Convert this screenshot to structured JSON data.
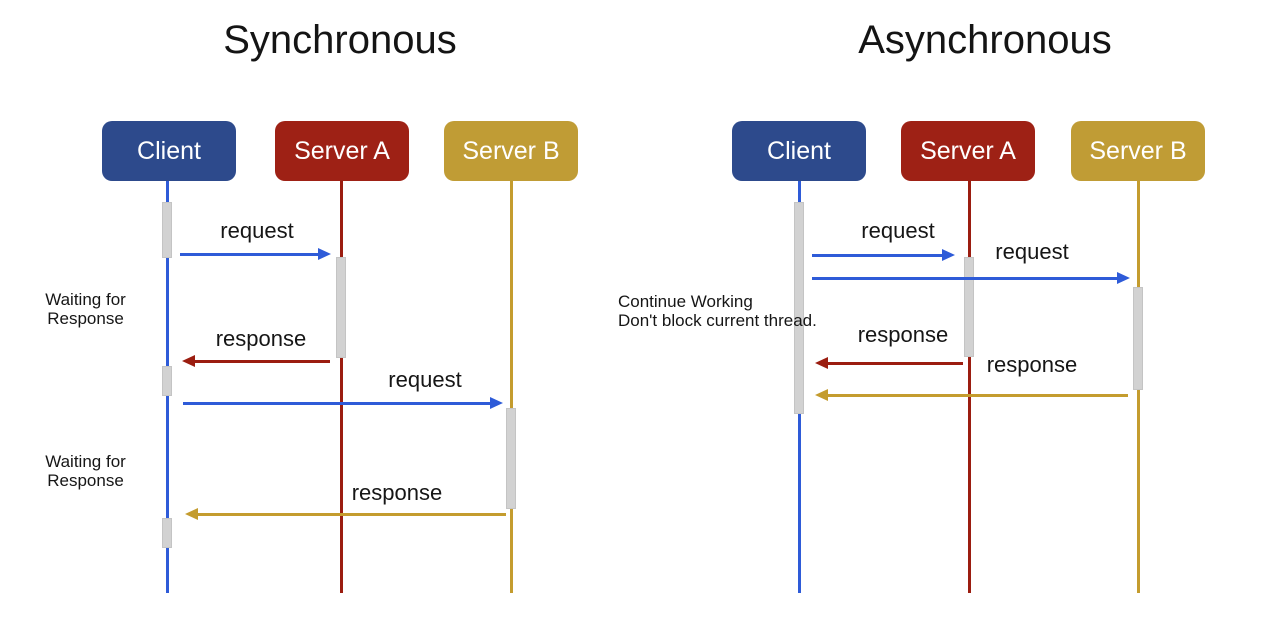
{
  "sync": {
    "title": "Synchronous",
    "actors": [
      {
        "label": "Client",
        "color": "#2d4a8c"
      },
      {
        "label": "Server A",
        "color": "#9e2115"
      },
      {
        "label": "Server B",
        "color": "#c09c35"
      }
    ],
    "messages": [
      {
        "label": "request",
        "type": "request",
        "from": "Client",
        "to": "Server A",
        "color": "#2e5bd8"
      },
      {
        "label": "response",
        "type": "response",
        "from": "Server A",
        "to": "Client",
        "color": "#9b1d10"
      },
      {
        "label": "request",
        "type": "request",
        "from": "Client",
        "to": "Server B",
        "color": "#2e5bd8"
      },
      {
        "label": "response",
        "type": "response",
        "from": "Server B",
        "to": "Client",
        "color": "#c49c2e"
      }
    ],
    "notes": [
      {
        "line1": "Waiting for",
        "line2": "Response"
      },
      {
        "line1": "Waiting for",
        "line2": "Response"
      }
    ]
  },
  "asyncd": {
    "title": "Asynchronous",
    "actors": [
      {
        "label": "Client",
        "color": "#2d4a8c"
      },
      {
        "label": "Server A",
        "color": "#9e2115"
      },
      {
        "label": "Server B",
        "color": "#c09c35"
      }
    ],
    "messages": [
      {
        "label": "request",
        "type": "request",
        "from": "Client",
        "to": "Server A",
        "color": "#2e5bd8"
      },
      {
        "label": "request",
        "type": "request",
        "from": "Client",
        "to": "Server B",
        "color": "#2e5bd8"
      },
      {
        "label": "response",
        "type": "response",
        "from": "Server A",
        "to": "Client",
        "color": "#9b1d10"
      },
      {
        "label": "response",
        "type": "response",
        "from": "Server B",
        "to": "Client",
        "color": "#c49c2e"
      }
    ],
    "note": {
      "line1": "Continue Working",
      "line2": "Don't block current thread."
    }
  },
  "colors": {
    "client_box": "#2d4a8c",
    "server_a_box": "#9e2115",
    "server_b_box": "#c09c35",
    "request_arrow": "#2e5bd8",
    "response_a_arrow": "#9b1d10",
    "response_b_arrow": "#c49c2e",
    "activation_bar": "#d2d2d2",
    "background": "#ffffff"
  }
}
